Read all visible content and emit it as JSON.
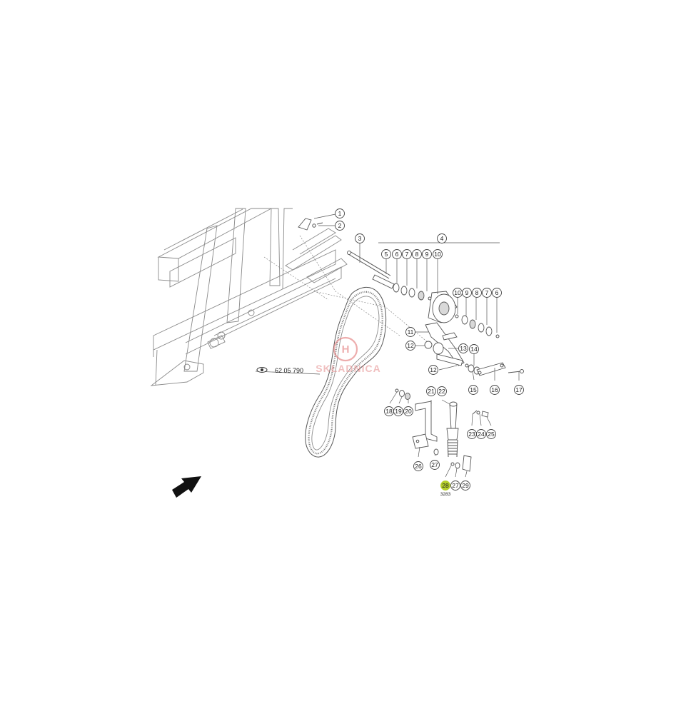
{
  "diagram": {
    "reference_number": "62 05 790",
    "drawing_code": "3283",
    "watermark_text": "SKŁADNICA",
    "highlight_color": "#b5cf2a",
    "highlighted_callout": "28",
    "callouts": [
      "1",
      "2",
      "3",
      "4",
      "5",
      "6",
      "7",
      "8",
      "9",
      "10",
      "10",
      "9",
      "8",
      "7",
      "6",
      "11",
      "12",
      "13",
      "14",
      "12",
      "15",
      "16",
      "17",
      "18",
      "19",
      "20",
      "21",
      "22",
      "23",
      "24",
      "25",
      "26",
      "27",
      "28",
      "27",
      "29"
    ]
  }
}
